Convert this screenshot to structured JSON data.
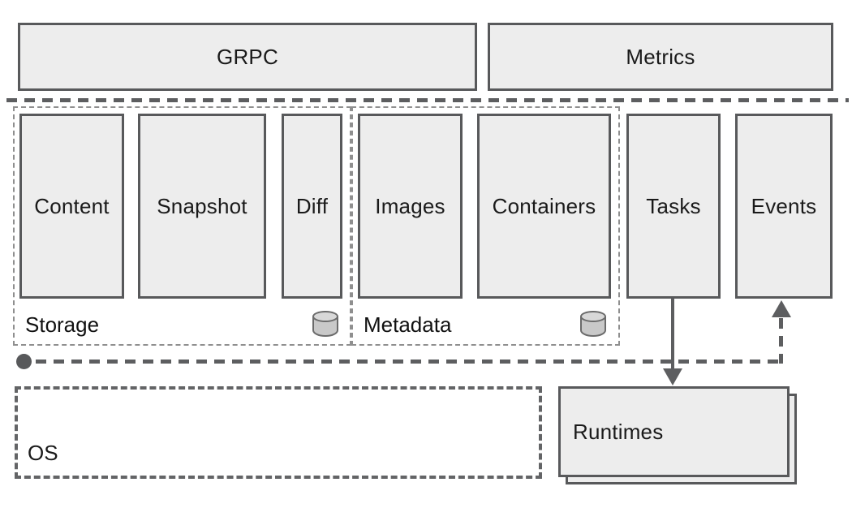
{
  "colors": {
    "background": "#ffffff",
    "box_fill": "#ededed",
    "box_border": "#58595b",
    "group_dash_border": "#8f8f8f",
    "flow_line": "#5d5e60",
    "cylinder_fill": "#c9c9c9",
    "cylinder_top_fill": "#d8d8d8",
    "text": "#1a1a1a"
  },
  "api_layer": {
    "grpc_label": "GRPC",
    "metrics_label": "Metrics"
  },
  "groups": {
    "storage": {
      "label": "Storage",
      "boxes": [
        "Content",
        "Snapshot",
        "Diff"
      ],
      "icon": "database-icon"
    },
    "metadata": {
      "label": "Metadata",
      "boxes": [
        "Images",
        "Containers"
      ],
      "icon": "database-icon"
    }
  },
  "services": [
    "Tasks",
    "Events"
  ],
  "bottom_layer": {
    "os_label": "OS",
    "runtimes_label": "Runtimes"
  }
}
